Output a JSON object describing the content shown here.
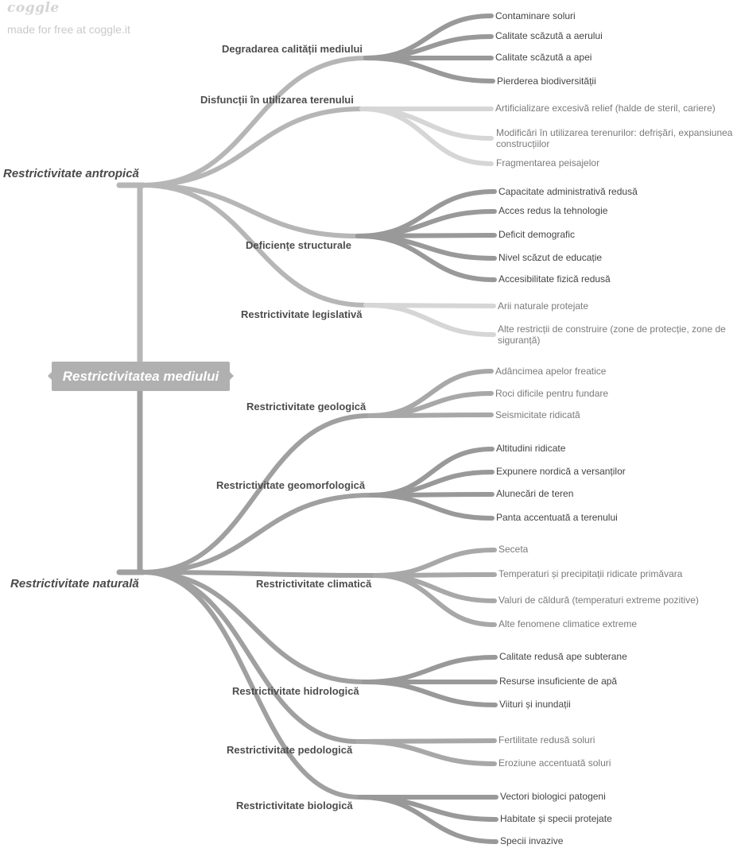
{
  "branding": {
    "logo_text": "coggle",
    "tagline": "made for free at coggle.it"
  },
  "colors": {
    "root_fill": "#b0b0b0",
    "branch_antropic": "#b6b6b6",
    "branch_natural": "#a0a0a0",
    "branch_dark": "#999999",
    "branch_mid": "#a8a8a8",
    "branch_light": "#d6d6d6"
  },
  "root": {
    "label": "Restrictivitatea mediului"
  },
  "main_branches": [
    {
      "label": "Restrictivitate antropică",
      "subtopics": [
        {
          "label": "Degradarea calității mediului",
          "items": [
            "Contaminare soluri",
            "Calitate scăzută a aerului",
            "Calitate scăzută a apei",
            "Pierderea biodiversității"
          ]
        },
        {
          "label": "Disfuncții în utilizarea terenului",
          "items": [
            "Artificializare excesivă relief (halde de steril, cariere)",
            "Modificări în utilizarea terenurilor: defrișări, expansiunea construcțiilor",
            "Fragmentarea peisajelor"
          ]
        },
        {
          "label": "Deficiențe structurale",
          "items": [
            "Capacitate administrativă redusă",
            "Acces redus la tehnologie",
            "Deficit demografic",
            "Nivel scăzut de educație",
            "Accesibilitate fizică redusă"
          ]
        },
        {
          "label": "Restrictivitate legislativă",
          "items": [
            "Arii naturale protejate",
            "Alte restricții de construire (zone de protecție, zone de siguranță)"
          ]
        }
      ]
    },
    {
      "label": "Restrictivitate naturală",
      "subtopics": [
        {
          "label": "Restrictivitate geologică",
          "items": [
            "Adâncimea apelor freatice",
            "Roci dificile pentru fundare",
            "Seismicitate ridicată"
          ]
        },
        {
          "label": "Restrictivitate geomorfologică",
          "items": [
            "Altitudini ridicate",
            "Expunere nordică a versanților",
            "Alunecări de teren",
            "Panta accentuată a terenului"
          ]
        },
        {
          "label": "Restrictivitate climatică",
          "items": [
            "Seceta",
            "Temperaturi și precipitații ridicate primăvara",
            "Valuri de căldură (temperaturi extreme pozitive)",
            "Alte fenomene climatice extreme"
          ]
        },
        {
          "label": "Restrictivitate hidrologică",
          "items": [
            "Calitate redusă ape subterane",
            "Resurse insuficiente de apă",
            "Viituri și inundații"
          ]
        },
        {
          "label": "Restrictivitate pedologică",
          "items": [
            "Fertilitate redusă soluri",
            "Eroziune accentuată soluri"
          ]
        },
        {
          "label": "Restrictivitate biologică",
          "items": [
            "Vectori biologici patogeni",
            "Habitate și specii protejate",
            "Specii invazive"
          ]
        }
      ]
    }
  ]
}
